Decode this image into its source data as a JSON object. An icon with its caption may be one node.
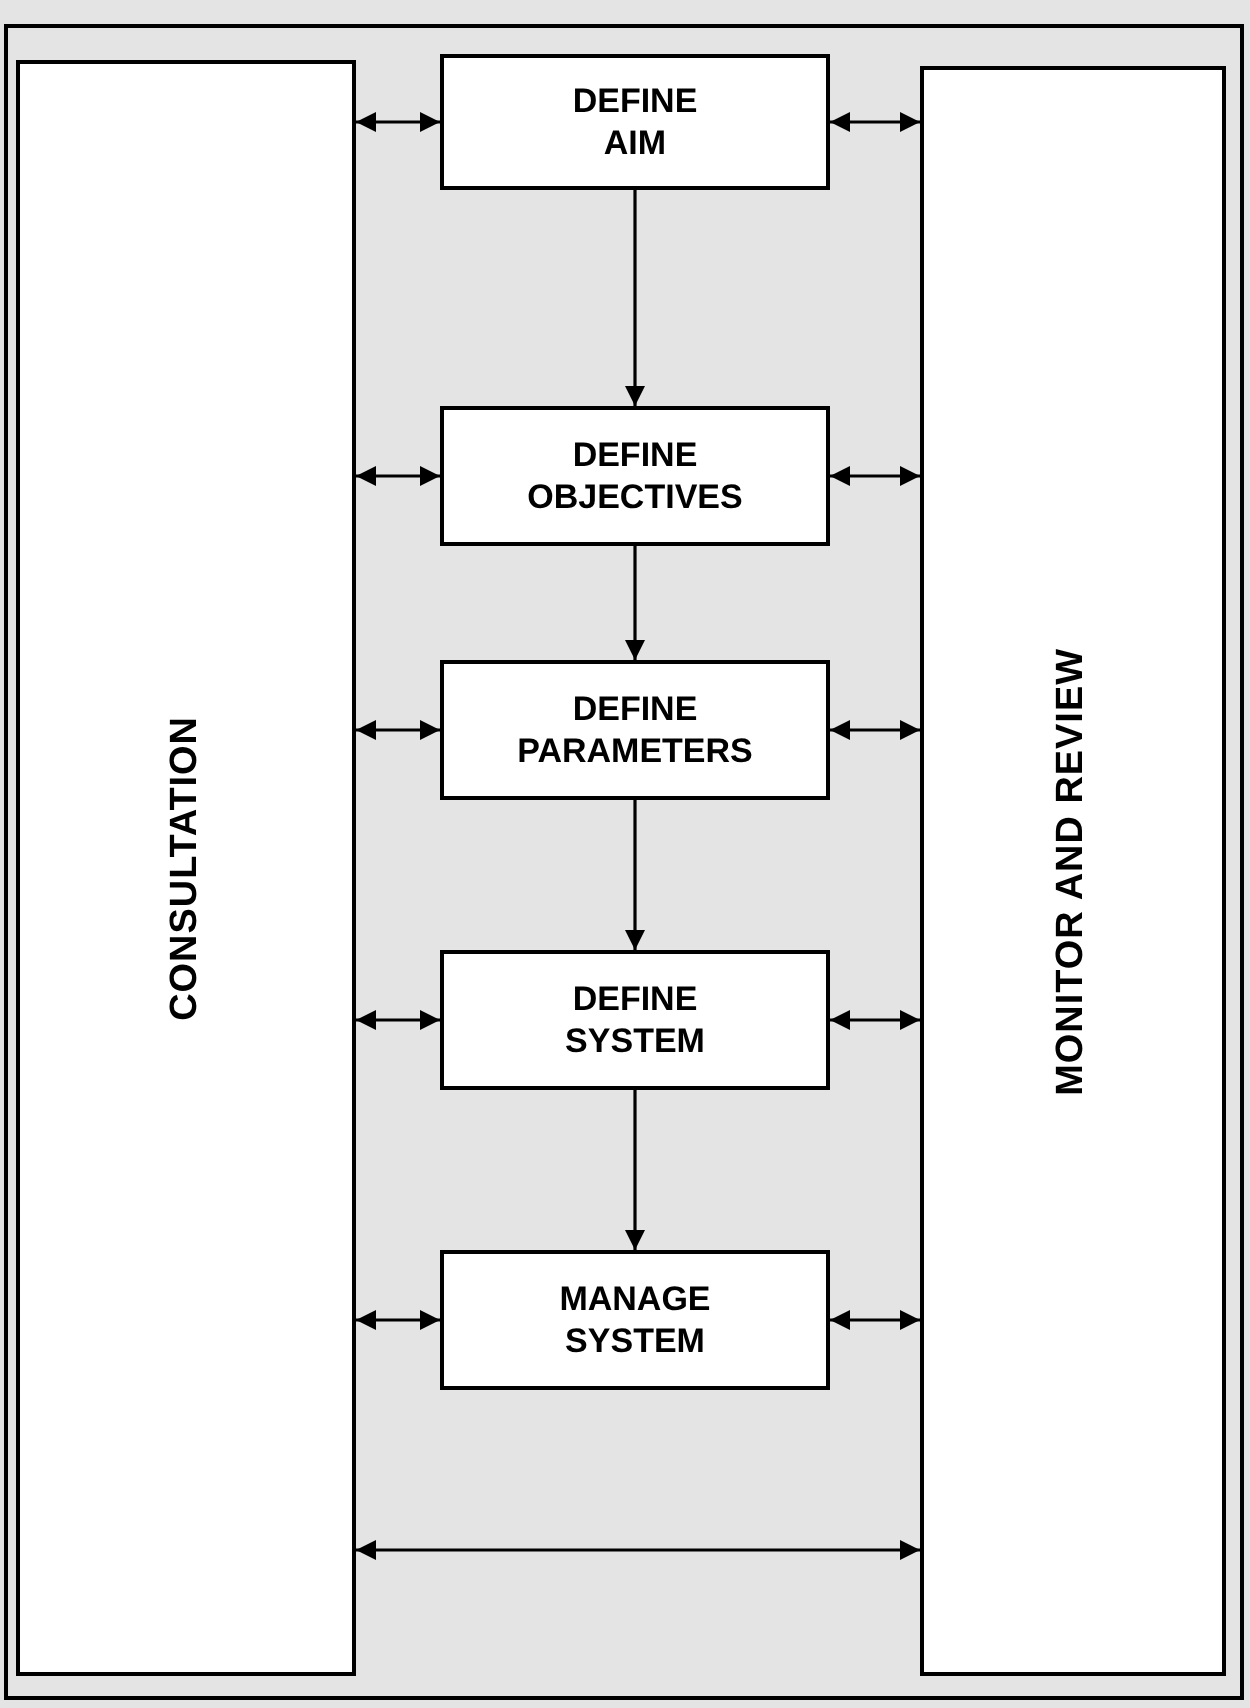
{
  "diagram": {
    "nodes": [
      {
        "text": [
          "CONSULTATION"
        ]
      },
      {
        "text": [
          "DEFINE AIM"
        ]
      },
      {
        "text": [
          "DEFINE OBJECTIVES"
        ]
      },
      {
        "text": [
          "DEFINE PARAMETERS"
        ]
      },
      {
        "text": [
          "DEFINE SYSTEM"
        ]
      },
      {
        "text": [
          "MANAGE SYSTEM"
        ]
      },
      {
        "text": [
          "MONITOR AND REVIEW"
        ]
      }
    ],
    "edges": [
      {
        "from": 0,
        "to": 1,
        "arrow": "both"
      },
      {
        "from": 1,
        "to": 6,
        "arrow": "both"
      },
      {
        "from": 1,
        "to": 2,
        "arrow": "to"
      },
      {
        "from": 0,
        "to": 2,
        "arrow": "both"
      },
      {
        "from": 2,
        "to": 6,
        "arrow": "both"
      },
      {
        "from": 2,
        "to": 3,
        "arrow": "to"
      },
      {
        "from": 0,
        "to": 3,
        "arrow": "both"
      },
      {
        "from": 3,
        "to": 6,
        "arrow": "both"
      },
      {
        "from": 3,
        "to": 4,
        "arrow": "to"
      },
      {
        "from": 0,
        "to": 4,
        "arrow": "both"
      },
      {
        "from": 4,
        "to": 6,
        "arrow": "both"
      },
      {
        "from": 4,
        "to": 5,
        "arrow": "to"
      },
      {
        "from": 0,
        "to": 5,
        "arrow": "both"
      },
      {
        "from": 5,
        "to": 6,
        "arrow": "both"
      },
      {
        "from": 0,
        "to": 6,
        "arrow": "both"
      }
    ]
  }
}
